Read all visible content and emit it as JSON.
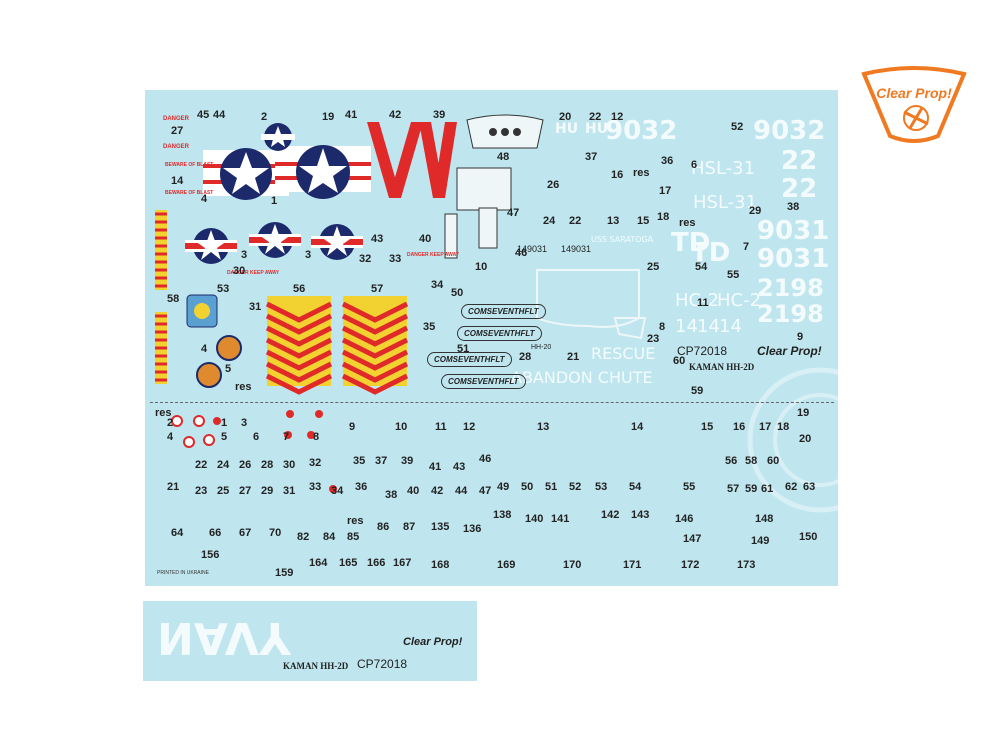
{
  "brand": {
    "logo_text": "Clear Prop!",
    "accent": "#f07a22",
    "product_code": "CP72018",
    "model": "KAMAN HH-2D"
  },
  "colors": {
    "sheet": "#bfe6ef",
    "red": "#e02a2a",
    "navy": "#1c2a6b",
    "yellow": "#f2d230",
    "white": "#ffffff"
  },
  "markings": {
    "serial_top": "9032",
    "code_22": "22",
    "squadron": "HSL-31",
    "serial_mid": "9031",
    "tail_td": "TD",
    "serial_low": "2198",
    "hc2": "HC-2",
    "num14": "14",
    "ship": "USS SARATOGA",
    "rescue": "RESCUE",
    "abandon": "ABANDON CHUTE",
    "hu": "HU",
    "serial_small_a": "149031",
    "serial_small_b": "149031",
    "comseventhflt": "COMSEVENTHFLT",
    "hh20": "HH-20",
    "danger": "DANGER",
    "beware": "BEWARE OF BLAST",
    "keep_away": "DANGER KEEP AWAY",
    "navy_strip": "NAVY",
    "printed": "PRINTED IN UKRAINE",
    "strip_code": "CP72018",
    "strip_model": "KAMAN HH-2D"
  },
  "labels": [
    {
      "t": "45"
    },
    {
      "t": "44"
    },
    {
      "t": "2"
    },
    {
      "t": "19"
    },
    {
      "t": "41"
    },
    {
      "t": "42"
    },
    {
      "t": "39"
    },
    {
      "t": "20"
    },
    {
      "t": "22"
    },
    {
      "t": "12"
    },
    {
      "t": "52"
    },
    {
      "t": "27"
    },
    {
      "t": "14"
    },
    {
      "t": "1"
    },
    {
      "t": "48"
    },
    {
      "t": "37"
    },
    {
      "t": "16"
    },
    {
      "t": "res"
    },
    {
      "t": "36"
    },
    {
      "t": "6"
    },
    {
      "t": "26"
    },
    {
      "t": "17"
    },
    {
      "t": "47"
    },
    {
      "t": "24"
    },
    {
      "t": "22"
    },
    {
      "t": "13"
    },
    {
      "t": "15"
    },
    {
      "t": "18"
    },
    {
      "t": "res"
    },
    {
      "t": "29"
    },
    {
      "t": "38"
    },
    {
      "t": "4"
    },
    {
      "t": "3"
    },
    {
      "t": "3"
    },
    {
      "t": "43"
    },
    {
      "t": "40"
    },
    {
      "t": "46"
    },
    {
      "t": "7"
    },
    {
      "t": "32"
    },
    {
      "t": "33"
    },
    {
      "t": "10"
    },
    {
      "t": "25"
    },
    {
      "t": "54"
    },
    {
      "t": "55"
    },
    {
      "t": "30"
    },
    {
      "t": "53"
    },
    {
      "t": "56"
    },
    {
      "t": "57"
    },
    {
      "t": "34"
    },
    {
      "t": "50"
    },
    {
      "t": "11"
    },
    {
      "t": "58"
    },
    {
      "t": "31"
    },
    {
      "t": "35"
    },
    {
      "t": "23"
    },
    {
      "t": "8"
    },
    {
      "t": "9"
    },
    {
      "t": "51"
    },
    {
      "t": "4"
    },
    {
      "t": "5"
    },
    {
      "t": "28"
    },
    {
      "t": "21"
    },
    {
      "t": "60"
    },
    {
      "t": "res"
    },
    {
      "t": "59"
    },
    {
      "t": "res"
    },
    {
      "t": "2"
    },
    {
      "t": "1"
    },
    {
      "t": "3"
    },
    {
      "t": "4"
    },
    {
      "t": "5"
    },
    {
      "t": "6"
    },
    {
      "t": "7"
    },
    {
      "t": "8"
    },
    {
      "t": "9"
    },
    {
      "t": "10"
    },
    {
      "t": "11"
    },
    {
      "t": "12"
    },
    {
      "t": "13"
    },
    {
      "t": "14"
    },
    {
      "t": "15"
    },
    {
      "t": "16"
    },
    {
      "t": "17"
    },
    {
      "t": "18"
    },
    {
      "t": "19"
    },
    {
      "t": "20"
    },
    {
      "t": "22"
    },
    {
      "t": "24"
    },
    {
      "t": "26"
    },
    {
      "t": "28"
    },
    {
      "t": "30"
    },
    {
      "t": "32"
    },
    {
      "t": "35"
    },
    {
      "t": "37"
    },
    {
      "t": "39"
    },
    {
      "t": "41"
    },
    {
      "t": "43"
    },
    {
      "t": "46"
    },
    {
      "t": "56"
    },
    {
      "t": "58"
    },
    {
      "t": "60"
    },
    {
      "t": "21"
    },
    {
      "t": "23"
    },
    {
      "t": "25"
    },
    {
      "t": "27"
    },
    {
      "t": "29"
    },
    {
      "t": "31"
    },
    {
      "t": "33"
    },
    {
      "t": "34"
    },
    {
      "t": "36"
    },
    {
      "t": "38"
    },
    {
      "t": "40"
    },
    {
      "t": "42"
    },
    {
      "t": "44"
    },
    {
      "t": "47"
    },
    {
      "t": "49"
    },
    {
      "t": "50"
    },
    {
      "t": "51"
    },
    {
      "t": "52"
    },
    {
      "t": "53"
    },
    {
      "t": "54"
    },
    {
      "t": "55"
    },
    {
      "t": "57"
    },
    {
      "t": "59"
    },
    {
      "t": "61"
    },
    {
      "t": "62"
    },
    {
      "t": "63"
    },
    {
      "t": "res"
    },
    {
      "t": "138"
    },
    {
      "t": "140"
    },
    {
      "t": "141"
    },
    {
      "t": "142"
    },
    {
      "t": "143"
    },
    {
      "t": "146"
    },
    {
      "t": "148"
    },
    {
      "t": "64"
    },
    {
      "t": "66"
    },
    {
      "t": "67"
    },
    {
      "t": "70"
    },
    {
      "t": "82"
    },
    {
      "t": "84"
    },
    {
      "t": "85"
    },
    {
      "t": "86"
    },
    {
      "t": "87"
    },
    {
      "t": "135"
    },
    {
      "t": "136"
    },
    {
      "t": "147"
    },
    {
      "t": "149"
    },
    {
      "t": "150"
    },
    {
      "t": "156"
    },
    {
      "t": "159"
    },
    {
      "t": "164"
    },
    {
      "t": "165"
    },
    {
      "t": "166"
    },
    {
      "t": "167"
    },
    {
      "t": "168"
    },
    {
      "t": "169"
    },
    {
      "t": "170"
    },
    {
      "t": "171"
    },
    {
      "t": "172"
    },
    {
      "t": "173"
    },
    {
      "t": "61"
    },
    {
      "t": "61"
    }
  ]
}
